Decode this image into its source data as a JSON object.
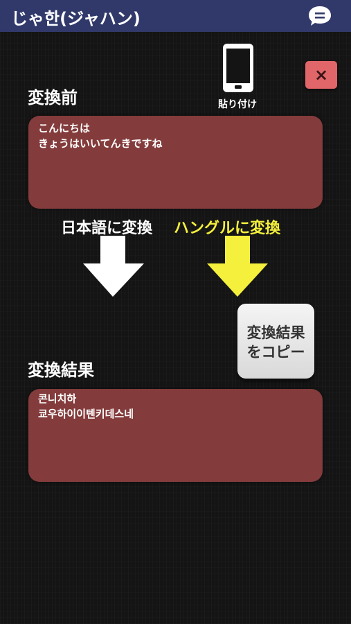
{
  "app": {
    "title": "じゃ한(ジャハン)"
  },
  "toolbar": {
    "paste_label": "貼り付け",
    "close_glyph": "×"
  },
  "input": {
    "label": "変換前",
    "lines": [
      "こんにちは",
      "きょうはいいてんきですね"
    ]
  },
  "actions": {
    "to_japanese": "日本語に変換",
    "to_hangul": "ハングルに変換",
    "copy_line1": "変換結果",
    "copy_line2": "をコピー"
  },
  "output": {
    "label": "変換結果",
    "lines": [
      "콘니치하",
      "쿄우하이이텐키데스네"
    ]
  },
  "colors": {
    "appbar": "#31396b",
    "textbox": "#833b3b",
    "close": "#e06669",
    "hangul_accent": "#f4f03c"
  },
  "icons": {
    "chat": "chat-bubble-icon",
    "phone": "smartphone-icon",
    "close": "close-icon"
  }
}
